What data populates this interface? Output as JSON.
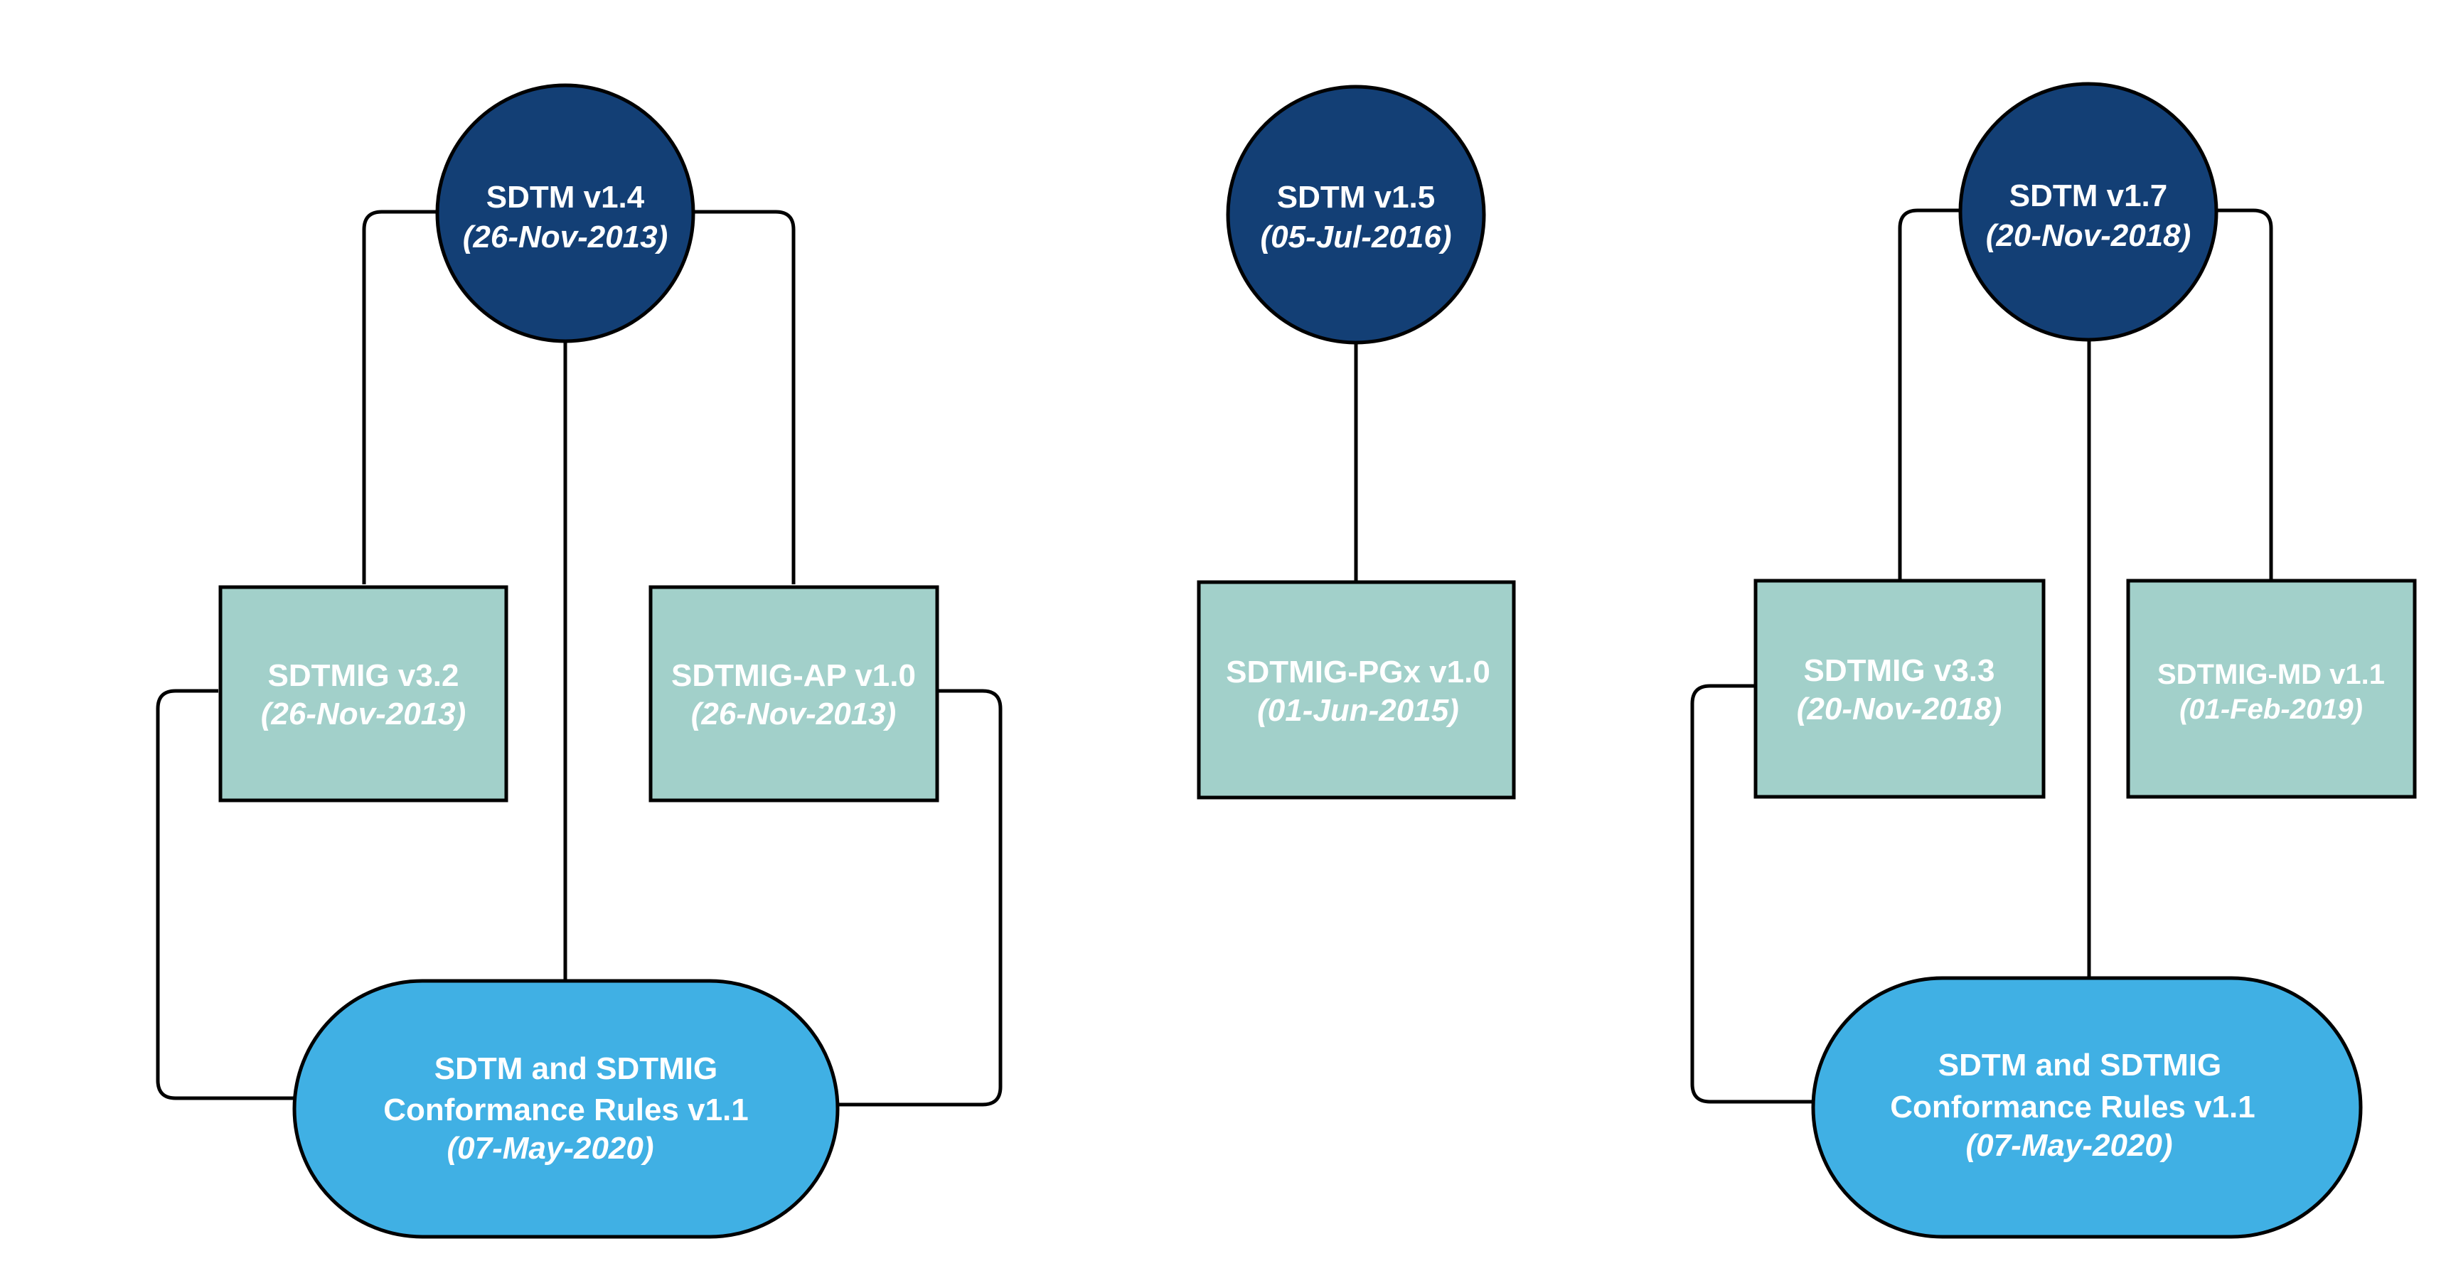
{
  "colors": {
    "model_fill": "#133f75",
    "model_text": "#ffffff",
    "ig_fill": "#a2d0ca",
    "ig_text": "#ffffff",
    "rules_fill": "#40b0e4",
    "rules_text": "#ffffff",
    "outline": "#000000"
  },
  "groups": [
    {
      "model": {
        "name": "SDTM v1.4",
        "date": "(26-Nov-2013)"
      },
      "guides": [
        {
          "name": "SDTMIG v3.2",
          "date": "(26-Nov-2013)"
        },
        {
          "name": "SDTMIG-AP v1.0",
          "date": "(26-Nov-2013)"
        }
      ],
      "rules": {
        "line1": "SDTM and SDTMIG",
        "line2": "Conformance Rules v1.1",
        "date": "(07-May-2020)"
      }
    },
    {
      "model": {
        "name": "SDTM v1.5",
        "date": "(05-Jul-2016)"
      },
      "guides": [
        {
          "name": "SDTMIG-PGx v1.0",
          "date": "(01-Jun-2015)"
        }
      ]
    },
    {
      "model": {
        "name": "SDTM v1.7",
        "date": "(20-Nov-2018)"
      },
      "guides": [
        {
          "name": "SDTMIG v3.3",
          "date": "(20-Nov-2018)"
        },
        {
          "name": "SDTMIG-MD v1.1",
          "date": "(01-Feb-2019)"
        }
      ],
      "rules": {
        "line1": "SDTM and SDTMIG",
        "line2": "Conformance Rules v1.1",
        "date": "(07-May-2020)"
      }
    }
  ]
}
